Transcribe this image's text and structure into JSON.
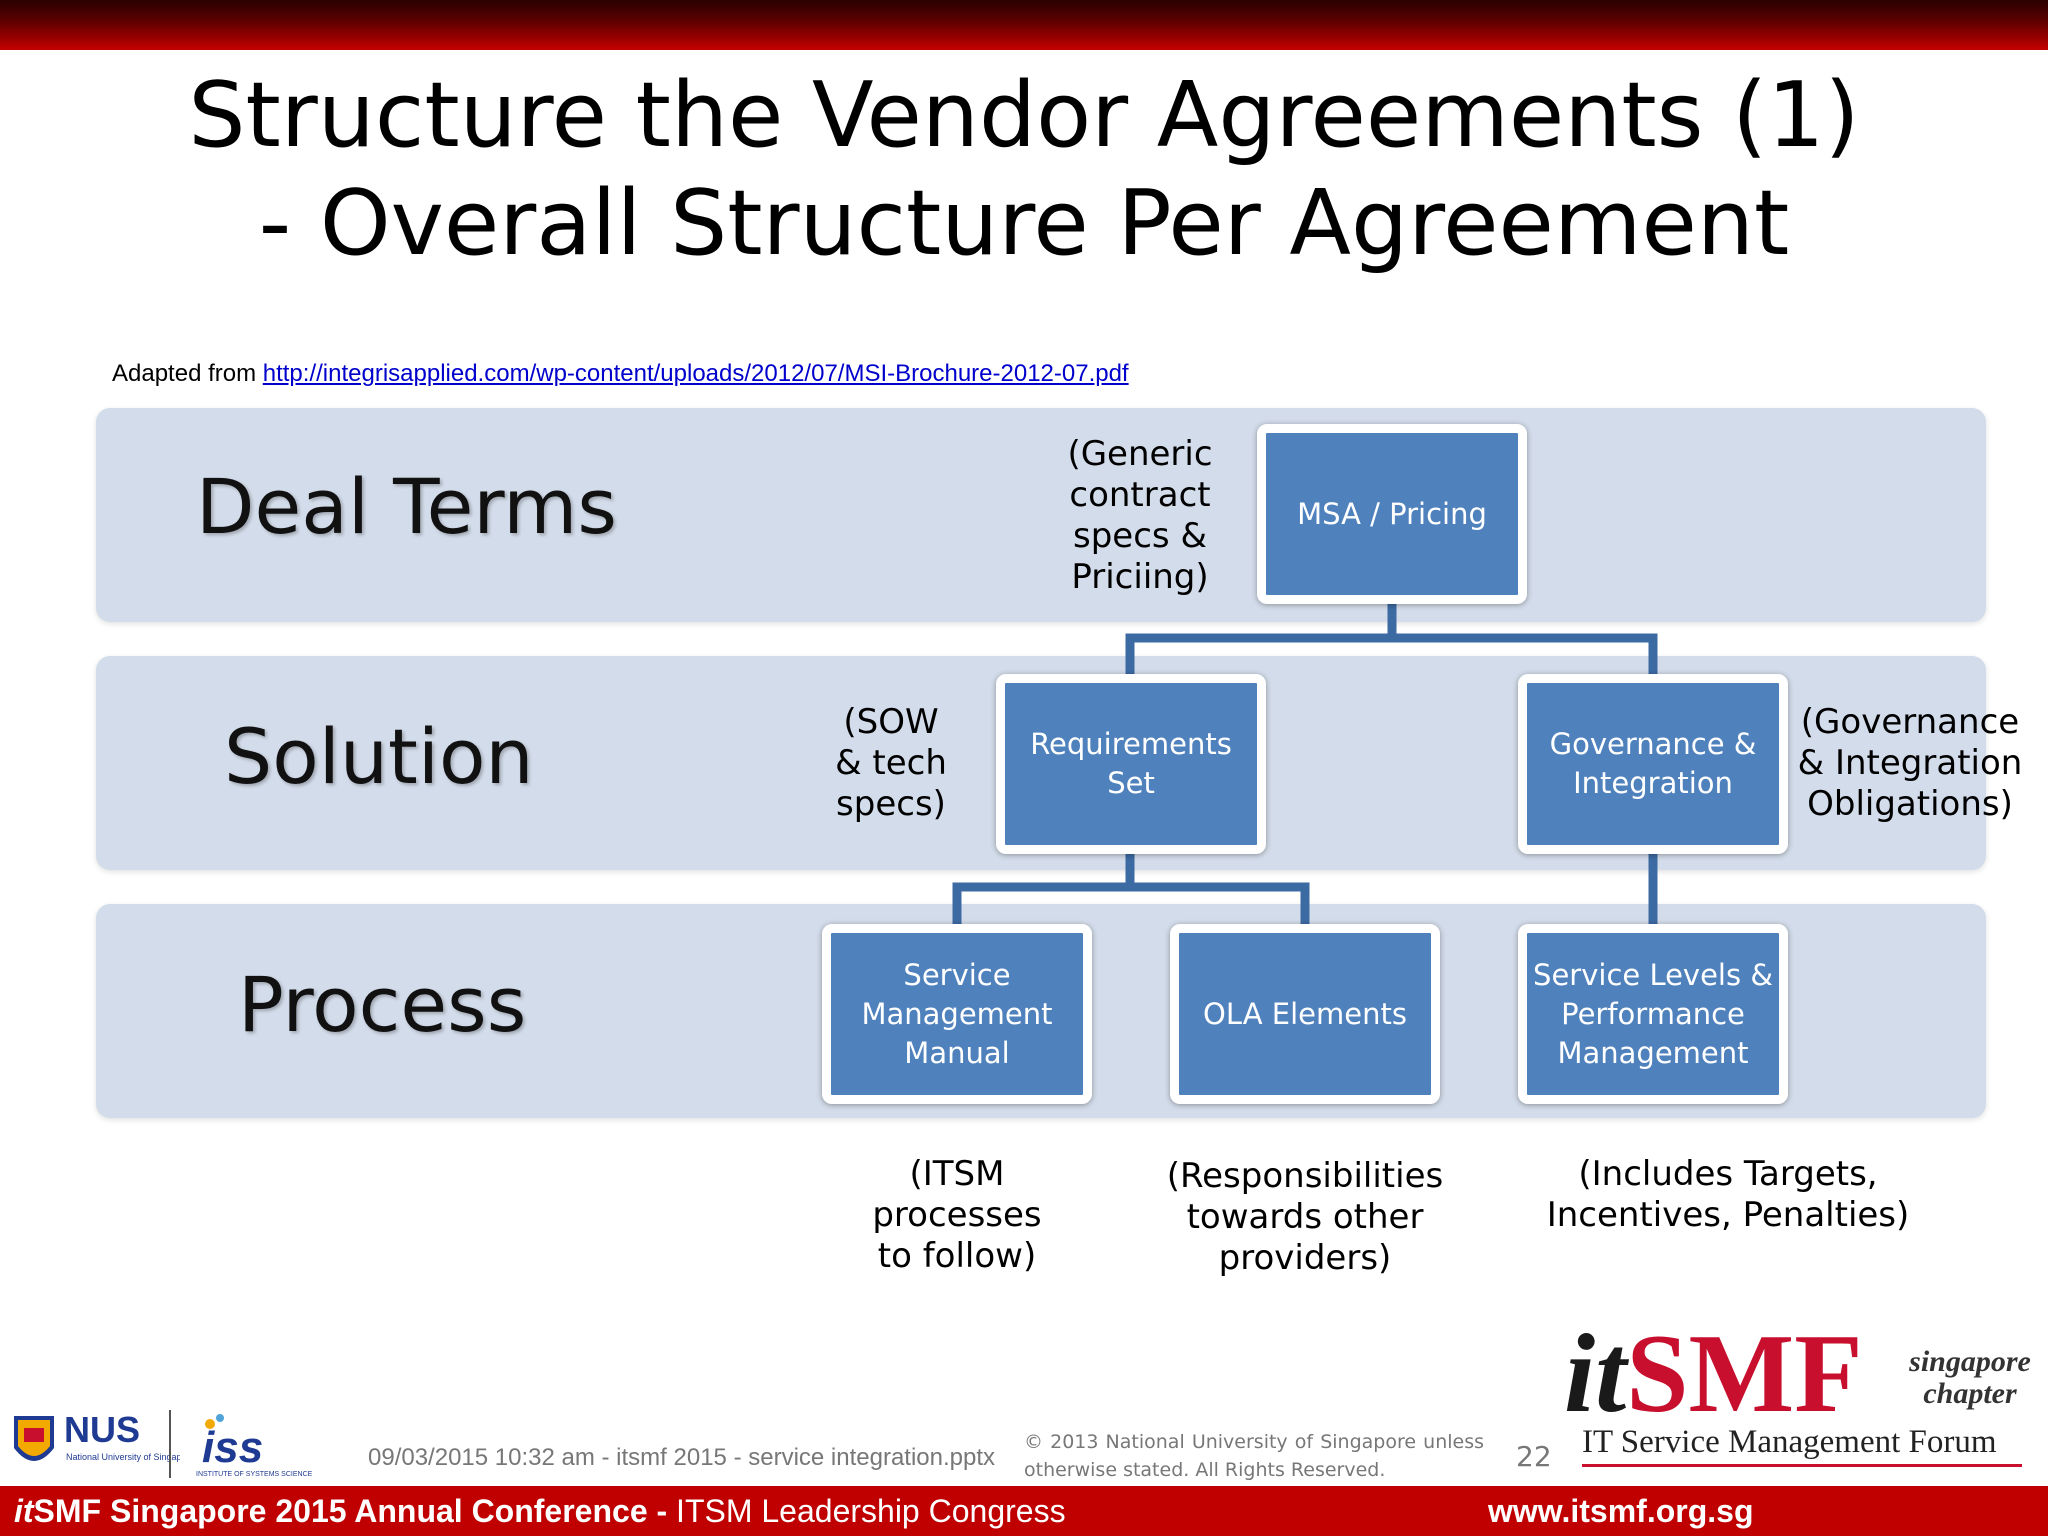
{
  "title": {
    "line1": "Structure the Vendor Agreements (1)",
    "line2": "- Overall Structure Per Agreement"
  },
  "source": {
    "prefix": "Adapted from ",
    "url": "http://integrisapplied.com/wp-content/uploads/2012/07/MSI-Brochure-2012-07.pdf"
  },
  "bands": {
    "deal_terms": "Deal Terms",
    "solution": "Solution",
    "process": "Process"
  },
  "nodes": {
    "msa": "MSA / Pricing",
    "requirements": "Requirements Set",
    "governance": "Governance & Integration",
    "service_mgmt": "Service Management Manual",
    "ola": "OLA Elements",
    "service_levels": "Service Levels & Performance Management"
  },
  "notes": {
    "msa": "(Generic\ncontract\nspecs &\nPriciing)",
    "requirements": "(SOW\n& tech\nspecs)",
    "governance": "(Governance\n& Integration\nObligations)",
    "service_mgmt": "(ITSM\nprocesses\nto follow)",
    "ola": "(Responsibilities\ntowards other\nproviders)",
    "service_levels": "(Includes Targets,\nIncentives, Penalties)"
  },
  "footer": {
    "meta": "09/03/2015 10:32 am - itsmf 2015 - service integration.pptx",
    "copyright": "© 2013 National University of Singapore unless otherwise stated. All Rights Reserved.",
    "page_number": "22",
    "logo_it": "it",
    "logo_smf": "SMF",
    "logo_chapter": "singapore chapter",
    "logo_tagline": "IT Service Management Forum",
    "nus_logo_text": "NUS",
    "nus_logo_sub": "National University of Singapore",
    "iss_logo_text": "iss",
    "iss_logo_sub": "INSTITUTE OF SYSTEMS SCIENCE"
  },
  "bottom_bar": {
    "it": "it",
    "smf_conf": "SMF Singapore 2015 Annual Conference - ",
    "congress": "ITSM Leadership Congress",
    "website": "www.itsmf.org.sg"
  },
  "colors": {
    "node_fill": "#4f81bd",
    "band_fill": "#d3dcea",
    "brand_red": "#c00000"
  }
}
